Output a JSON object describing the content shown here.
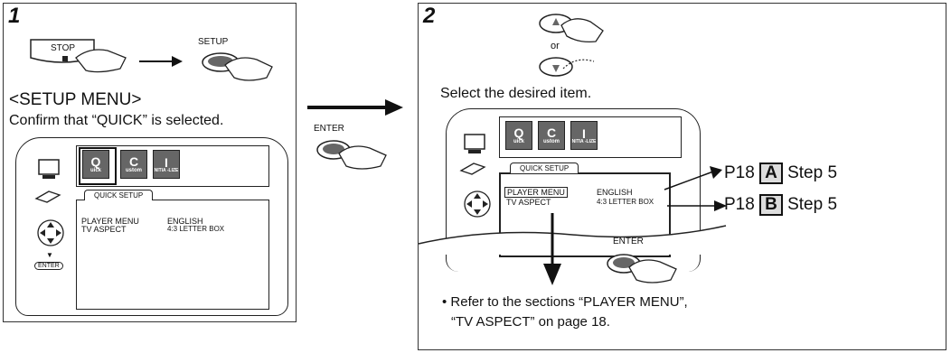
{
  "step1": {
    "number": "1",
    "stop_label": "STOP",
    "setup_label": "SETUP",
    "heading": "<SETUP MENU>",
    "instruction": "Confirm that “QUICK” is selected.",
    "screen": {
      "tab_label": "QUICK SETUP",
      "rows": [
        {
          "name": "PLAYER MENU",
          "value": "ENGLISH"
        },
        {
          "name": "TV ASPECT",
          "value": "4:3 LETTER BOX"
        }
      ],
      "enter_label": "ENTER",
      "icon_quick": "uick",
      "icon_custom": "ustom",
      "icon_init": "NITIA\n-LIZE"
    }
  },
  "middle": {
    "enter_label": "ENTER"
  },
  "step2": {
    "number": "2",
    "or_label": "or",
    "instruction": "Select the desired item.",
    "screen": {
      "tab_label": "QUICK SETUP",
      "rows": [
        {
          "name": "PLAYER MENU",
          "value": "ENGLISH"
        },
        {
          "name": "TV ASPECT",
          "value": "4:3 LETTER BOX"
        }
      ],
      "icon_quick": "uick",
      "icon_custom": "ustom",
      "icon_init": "NITIA\n-LIZE"
    },
    "refs": [
      {
        "page": "P18",
        "letter": "A",
        "step": "Step 5"
      },
      {
        "page": "P18",
        "letter": "B",
        "step": "Step 5"
      }
    ],
    "enter_label": "ENTER",
    "note_line1": "• Refer to the sections “PLAYER MENU”,",
    "note_line2": "“TV ASPECT” on page 18."
  }
}
